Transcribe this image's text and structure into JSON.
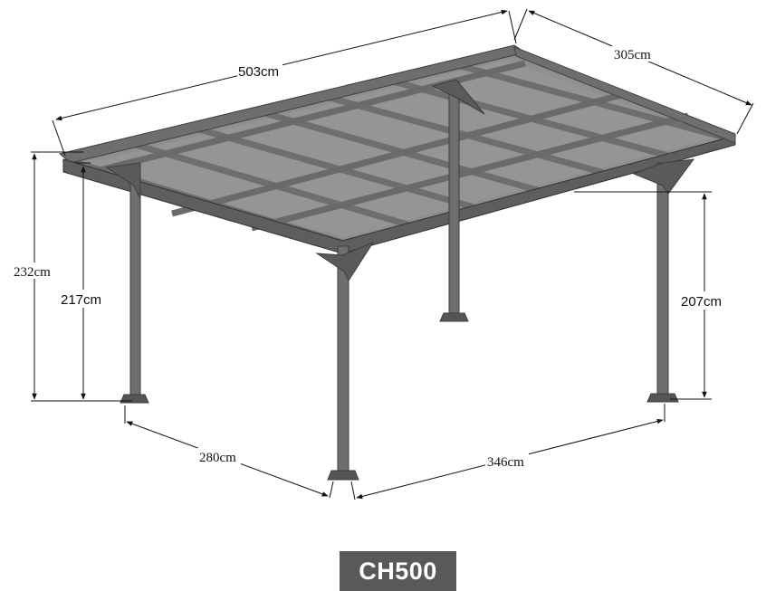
{
  "title": "",
  "model": "CH500",
  "dimensions": {
    "length": "503cm",
    "width": "305cm",
    "height_front": "232cm",
    "clearance_front": "217cm",
    "clearance_back": "207cm",
    "post_depth_spacing": "280cm",
    "post_length_spacing": "346cm"
  },
  "colors": {
    "frame": "#6e6e6e",
    "frame_dark": "#4e4e4e",
    "roof_panel": "#8f8f8f",
    "badge_bg": "#595959",
    "badge_text": "#ffffff",
    "dimension_line": "#111111"
  }
}
